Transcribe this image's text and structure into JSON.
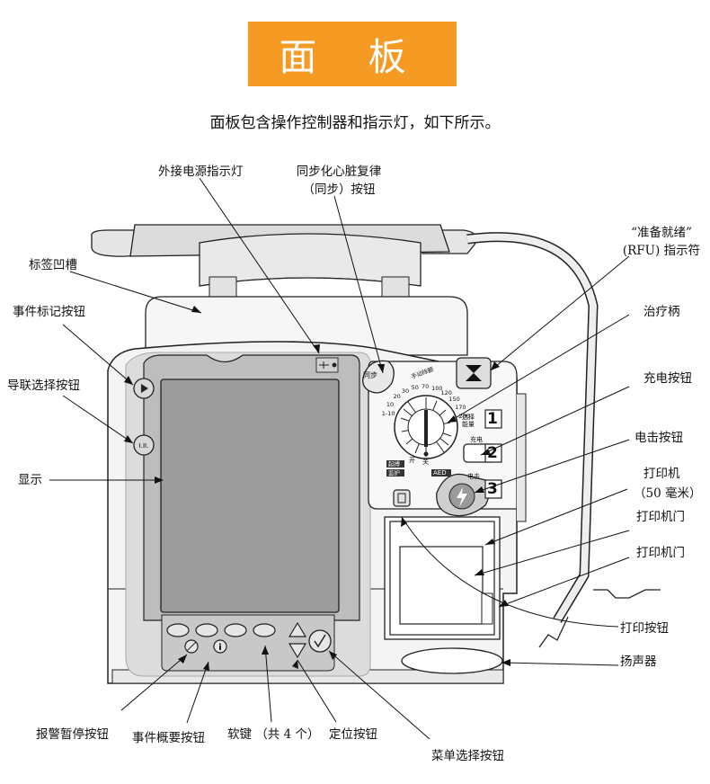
{
  "page": {
    "title": "面 板",
    "intro": "面板包含操作控制器和指示灯，如下所示。"
  },
  "labels": {
    "ac_power_indicator": "外接电源指示灯",
    "sync_button": "同步化心脏复律",
    "sync_button_sub": "（同步）按钮",
    "rfu_indicator": "“准备就绪”",
    "rfu_indicator_sub": "(RFU) 指示符",
    "label_slot": "标签凹槽",
    "event_marker_button": "事件标记按钮",
    "therapy_knob": "治疗柄",
    "lead_select_button": "导联选择按钮",
    "charge_button": "充电按钮",
    "shock_button": "电击按钮",
    "display": "显示",
    "printer": "打印机",
    "printer_sub": "（50 毫米）",
    "printer_door_1": "打印机门",
    "printer_door_2": "打印机门",
    "print_button": "打印按钮",
    "speaker": "扬声器",
    "alarm_pause_button": "报警暂停按钮",
    "event_summary_button": "事件概要按钮",
    "softkeys": "软键 （共 4 个）",
    "nav_buttons": "定位按钮",
    "menu_select_button": "菜单选择按钮"
  },
  "panel": {
    "sync_label": "同步",
    "energy_values": [
      "1-10",
      "10",
      "20",
      "30",
      "50",
      "70",
      "100",
      "120",
      "150",
      "170",
      "200"
    ],
    "energy_label_top": "手动除颤",
    "energy_label_select": "选择",
    "energy_label_energy": "能量",
    "off_label": "关",
    "on_label": "开",
    "pacer_label": "起搏",
    "monitor_label": "监护",
    "aed_label": "AED",
    "charge_label": "充电",
    "shock_label": "电击",
    "step_1": "1",
    "step_2": "2",
    "step_3": "3"
  },
  "colors": {
    "title_bg": "#f59a23",
    "device_body": "#f4f4f4",
    "screen": "#9c9c9c",
    "bezel": "#bdbdbd"
  }
}
